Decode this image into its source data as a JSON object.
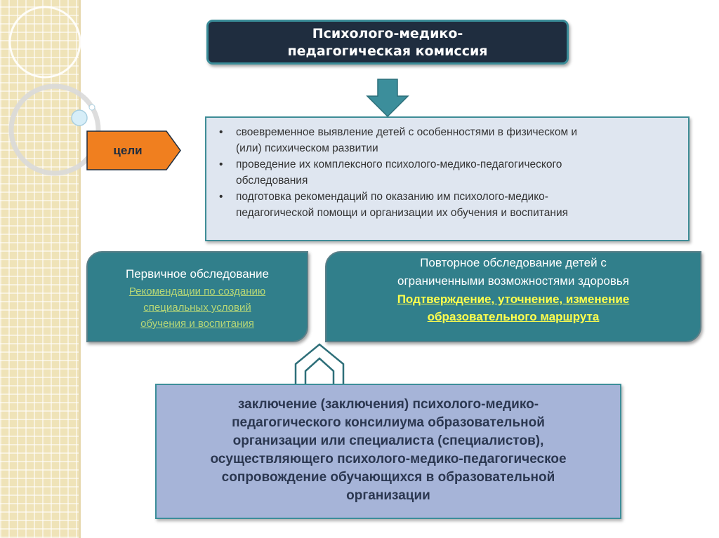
{
  "title": {
    "line1": "Психолого-медико-",
    "line2": "педагогическая комиссия"
  },
  "goals_label": "цели",
  "goals": [
    {
      "line1": "своевременное выявление детей с особенностями в физическом и",
      "line2": "(или) психическом развитии"
    },
    {
      "line1": "проведение их комплексного психолого-медико-педагогического",
      "line2": "обследования"
    },
    {
      "line1": "подготовка рекомендаций по оказанию им психолого-медико-",
      "line2": "педагогической помощи и организации их обучения и воспитания"
    }
  ],
  "primary": {
    "heading": "Первичное обследование",
    "link_lines": [
      "Рекомендации по созданию",
      "специальных условий",
      "обучения и воспитания"
    ]
  },
  "repeat": {
    "heading_lines": [
      "Повторное обследование детей с",
      "ограниченными возможностями здоровья"
    ],
    "link_lines": [
      "Подтверждение, уточнение, изменение",
      "образовательного маршрута"
    ]
  },
  "conclusion_lines": [
    "заключение (заключения) психолого-медико-",
    "педагогического консилиума образовательной",
    "организации или специалиста (специалистов),",
    "осуществляющего психолого-медико-педагогическое",
    "сопровождение обучающихся в образовательной",
    "организации"
  ],
  "colors": {
    "title_bg": "#1f2d3f",
    "accent_teal": "#317f8b",
    "goals_tag": "#f07f1f",
    "goals_bg": "#dfe6f0",
    "conclusion_bg": "#a6b4d8",
    "link_green": "#b7d776",
    "link_yellow": "#ffff4d"
  }
}
